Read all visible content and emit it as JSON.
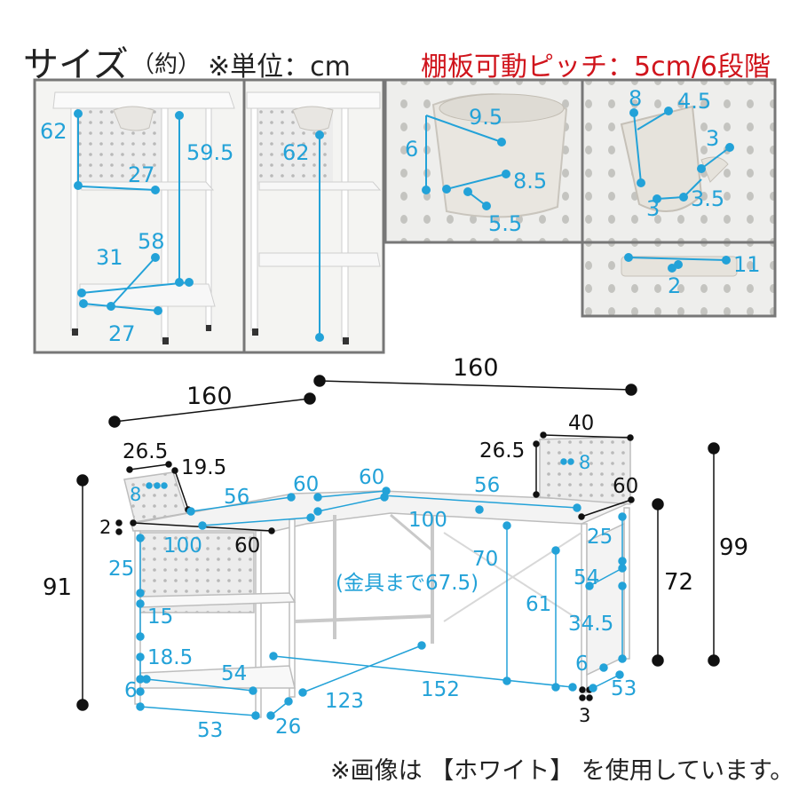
{
  "header": {
    "title": "サイズ",
    "title_paren": "（約）",
    "unit_note": "※単位：cm",
    "pitch_note": "棚板可動ピッチ：5cm/6段階"
  },
  "footer": {
    "note": "※画像は 【ホワイト】 を使用しています。"
  },
  "colors": {
    "dimension_blue": "#23a2d8",
    "note_red": "#d0141c",
    "panel_border": "#777777"
  },
  "panel1": {
    "d62": "62",
    "d59_5": "59.5",
    "d27a": "27",
    "d58": "58",
    "d31": "31",
    "d27b": "27"
  },
  "panel2": {
    "d62": "62"
  },
  "panel3": {
    "d9_5": "9.5",
    "d6": "6",
    "d8_5": "8.5",
    "d5_5": "5.5"
  },
  "panel4": {
    "d8": "8",
    "d4_5": "4.5",
    "d3a": "3",
    "d3b": "3",
    "d3_5": "3.5"
  },
  "panel5": {
    "d11": "11",
    "d2": "2"
  },
  "desk": {
    "top_left_160": "160",
    "top_right_160": "160",
    "d40": "40",
    "d26_5_left": "26.5",
    "d19_5": "19.5",
    "d26_5_right": "26.5",
    "d8_left": "8",
    "d8_right": "8",
    "d56_left": "56",
    "d60_a": "60",
    "d60_b": "60",
    "d56_right": "56",
    "d60_right": "60",
    "d2": "2",
    "d100_left": "100",
    "d60_side": "60",
    "d100_right": "100",
    "d25_left": "25",
    "d25_right": "25",
    "d91": "91",
    "d70": "70",
    "fitting_note": "(金具まで67.5)",
    "d54_right_mid": "54",
    "d72": "72",
    "d99": "99",
    "d15": "15",
    "d61": "61",
    "d34_5": "34.5",
    "d18_5": "18.5",
    "d54_bottom": "54",
    "d6_left": "6",
    "d6_right": "6",
    "d123": "123",
    "d152": "152",
    "d53_right": "53",
    "d3": "3",
    "d53_left": "53",
    "d26": "26"
  }
}
